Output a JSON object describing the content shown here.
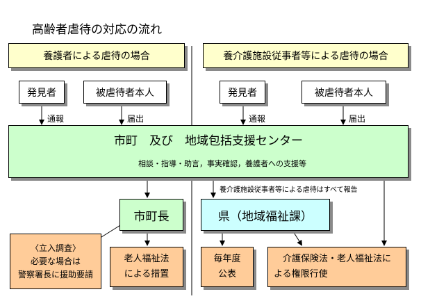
{
  "title": "高齢者虐待の対応の流れ",
  "left_header": "養護者による虐待の場合",
  "right_header": "養介護施設従事者等による虐待の場合",
  "left_sources": {
    "discoverer": "発見者",
    "victim": "被虐待者本人"
  },
  "right_sources": {
    "discoverer": "発見者",
    "victim": "被虐待者本人"
  },
  "arrow_labels": {
    "left_report": "通報",
    "left_notify": "届出",
    "right_report": "通報",
    "right_notify": "届出",
    "facility_note": "養介護施設従事者等による虐待はすべて報告"
  },
  "center": {
    "title": "市町　及び　地域包括支援センター",
    "subtitle": "相談・指導・助言，事実確認，養護者への支援等"
  },
  "mayor": "市町長",
  "prefecture": "県（地域福祉課）",
  "outcomes": {
    "investigation": [
      "〈立入調査〉",
      "必要な場合は",
      "警察署長に援助要請"
    ],
    "welfare_measure": [
      "老人福祉法",
      "による措置"
    ],
    "annual_report": [
      "毎年度",
      "公表"
    ],
    "authority": [
      "介護保険法・老人福祉法に",
      "よる権限行使"
    ]
  }
}
